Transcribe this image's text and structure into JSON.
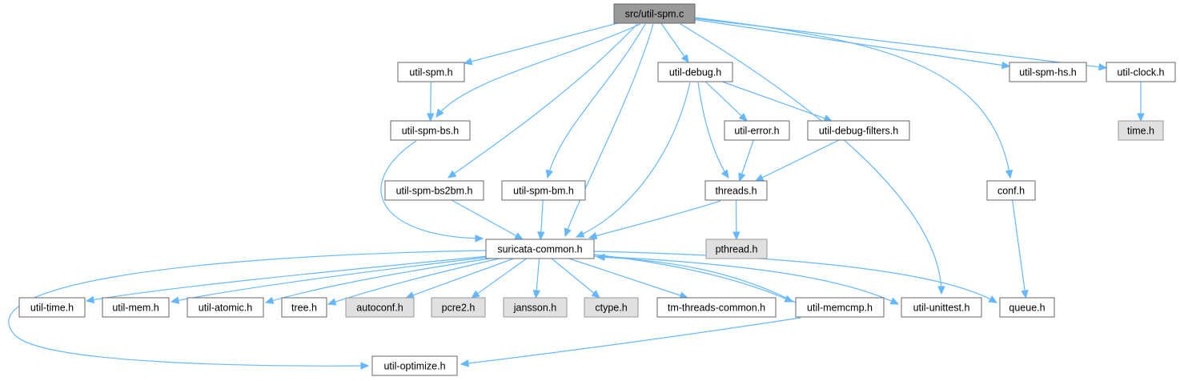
{
  "diagram": {
    "type": "include-dependency-graph",
    "colors": {
      "edge": "#63b8ff",
      "root_fill": "#999999",
      "system_fill": "#e0e0e0",
      "node_fill": "#ffffff",
      "border": "#666666"
    },
    "nodes": [
      {
        "id": "root",
        "label": "src/util-spm.c",
        "kind": "root"
      },
      {
        "id": "util_spm",
        "label": "util-spm.h",
        "kind": "normal"
      },
      {
        "id": "util_debug",
        "label": "util-debug.h",
        "kind": "normal"
      },
      {
        "id": "util_spm_hs",
        "label": "util-spm-hs.h",
        "kind": "normal"
      },
      {
        "id": "util_clock",
        "label": "util-clock.h",
        "kind": "normal"
      },
      {
        "id": "util_spm_bs",
        "label": "util-spm-bs.h",
        "kind": "normal"
      },
      {
        "id": "util_error",
        "label": "util-error.h",
        "kind": "normal"
      },
      {
        "id": "util_debug_filters",
        "label": "util-debug-filters.h",
        "kind": "normal"
      },
      {
        "id": "time",
        "label": "time.h",
        "kind": "system"
      },
      {
        "id": "util_spm_bs2bm",
        "label": "util-spm-bs2bm.h",
        "kind": "normal"
      },
      {
        "id": "util_spm_bm",
        "label": "util-spm-bm.h",
        "kind": "normal"
      },
      {
        "id": "threads",
        "label": "threads.h",
        "kind": "normal"
      },
      {
        "id": "conf",
        "label": "conf.h",
        "kind": "normal"
      },
      {
        "id": "suricata_common",
        "label": "suricata-common.h",
        "kind": "normal"
      },
      {
        "id": "pthread",
        "label": "pthread.h",
        "kind": "system"
      },
      {
        "id": "util_time",
        "label": "util-time.h",
        "kind": "normal"
      },
      {
        "id": "util_mem",
        "label": "util-mem.h",
        "kind": "normal"
      },
      {
        "id": "util_atomic",
        "label": "util-atomic.h",
        "kind": "normal"
      },
      {
        "id": "tree",
        "label": "tree.h",
        "kind": "normal"
      },
      {
        "id": "autoconf",
        "label": "autoconf.h",
        "kind": "system"
      },
      {
        "id": "pcre2",
        "label": "pcre2.h",
        "kind": "system"
      },
      {
        "id": "jansson",
        "label": "jansson.h",
        "kind": "system"
      },
      {
        "id": "ctype",
        "label": "ctype.h",
        "kind": "system"
      },
      {
        "id": "tm_threads_common",
        "label": "tm-threads-common.h",
        "kind": "normal"
      },
      {
        "id": "util_memcmp",
        "label": "util-memcmp.h",
        "kind": "normal"
      },
      {
        "id": "util_unittest",
        "label": "util-unittest.h",
        "kind": "normal"
      },
      {
        "id": "queue",
        "label": "queue.h",
        "kind": "normal"
      },
      {
        "id": "util_optimize",
        "label": "util-optimize.h",
        "kind": "normal"
      }
    ],
    "edges": [
      [
        "root",
        "util_spm"
      ],
      [
        "root",
        "util_spm_bs"
      ],
      [
        "root",
        "util_spm_bs2bm"
      ],
      [
        "root",
        "util_spm_bm"
      ],
      [
        "root",
        "suricata_common"
      ],
      [
        "root",
        "util_debug"
      ],
      [
        "root",
        "util_unittest"
      ],
      [
        "root",
        "conf"
      ],
      [
        "root",
        "util_spm_hs"
      ],
      [
        "root",
        "util_clock"
      ],
      [
        "util_spm",
        "util_spm_bs"
      ],
      [
        "util_spm_bs",
        "suricata_common"
      ],
      [
        "util_spm_bs2bm",
        "suricata_common"
      ],
      [
        "util_spm_bm",
        "suricata_common"
      ],
      [
        "util_debug",
        "suricata_common"
      ],
      [
        "util_debug",
        "threads"
      ],
      [
        "util_debug",
        "util_error"
      ],
      [
        "util_debug",
        "util_debug_filters"
      ],
      [
        "util_error",
        "threads"
      ],
      [
        "util_debug_filters",
        "threads"
      ],
      [
        "threads",
        "suricata_common"
      ],
      [
        "threads",
        "pthread"
      ],
      [
        "conf",
        "queue"
      ],
      [
        "util_clock",
        "time"
      ],
      [
        "suricata_common",
        "util_time"
      ],
      [
        "suricata_common",
        "util_mem"
      ],
      [
        "suricata_common",
        "util_atomic"
      ],
      [
        "suricata_common",
        "tree"
      ],
      [
        "suricata_common",
        "autoconf"
      ],
      [
        "suricata_common",
        "pcre2"
      ],
      [
        "suricata_common",
        "jansson"
      ],
      [
        "suricata_common",
        "ctype"
      ],
      [
        "suricata_common",
        "tm_threads_common"
      ],
      [
        "suricata_common",
        "util_memcmp"
      ],
      [
        "suricata_common",
        "util_unittest"
      ],
      [
        "suricata_common",
        "queue"
      ],
      [
        "suricata_common",
        "util_optimize"
      ],
      [
        "util_memcmp",
        "suricata_common"
      ],
      [
        "util_memcmp",
        "util_optimize"
      ]
    ]
  }
}
